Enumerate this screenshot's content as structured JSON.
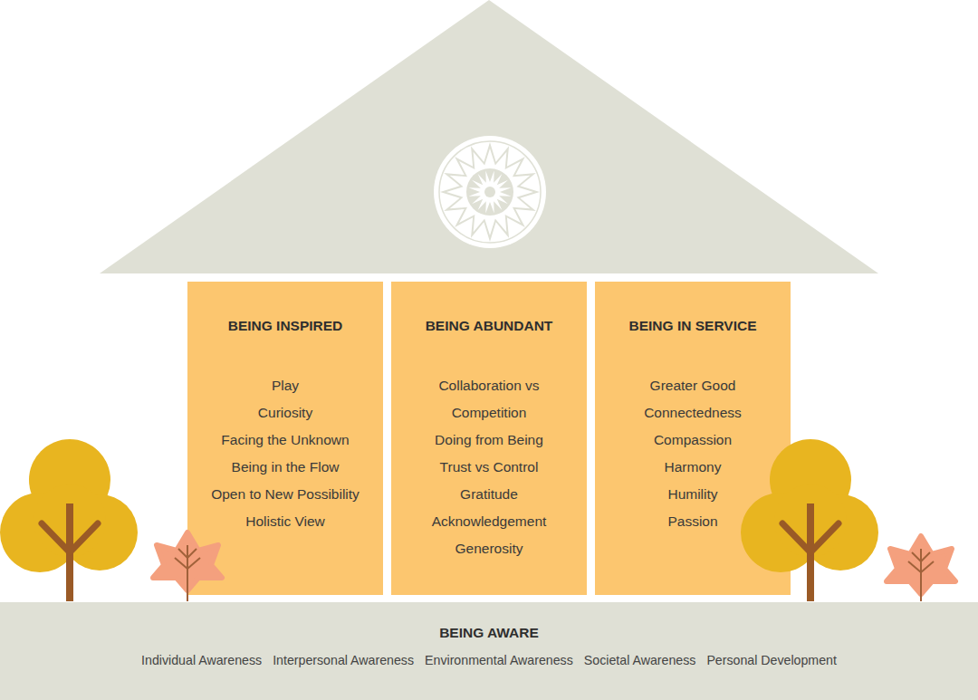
{
  "diagram": {
    "nodes": [
      {
        "text": [
          "BEING INSPIRED",
          "Play",
          "Curiosity",
          "Facing the Unknown",
          "Being in the Flow",
          "Open to New Possibility",
          "Holistic View"
        ]
      },
      {
        "text": [
          "BEING ABUNDANT",
          "Collaboration vs Competition",
          "Doing from Being",
          "Trust vs Control",
          "Gratitude",
          "Acknowledgement",
          "Generosity"
        ]
      },
      {
        "text": [
          "BEING IN SERVICE",
          "Greater Good",
          "Connectedness",
          "Compassion",
          "Harmony",
          "Humility",
          "Passion"
        ]
      },
      {
        "text": [
          "BEING AWARE",
          "Individual Awareness",
          "Interpersonal Awareness",
          "Environmental Awareness",
          "Societal Awareness",
          "Personal Development"
        ]
      }
    ]
  }
}
